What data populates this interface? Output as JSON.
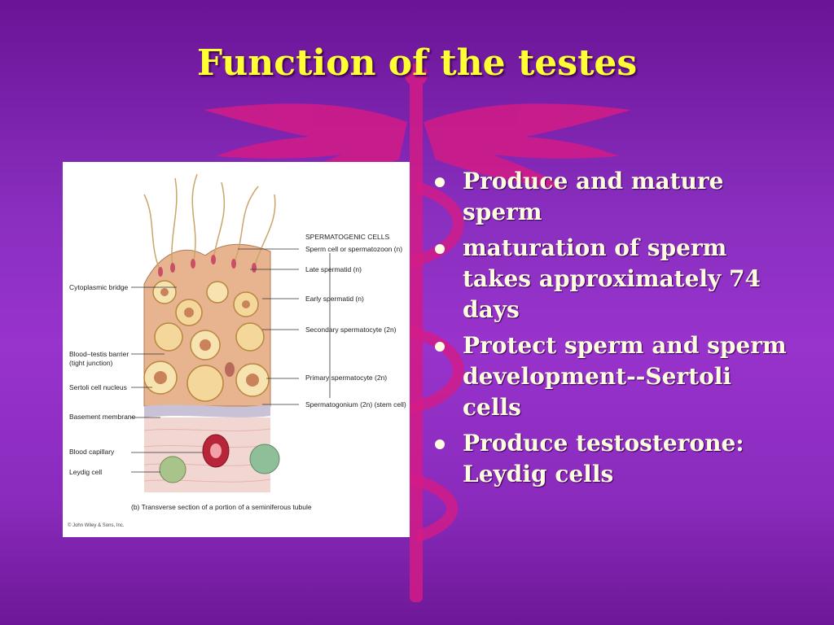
{
  "slide": {
    "title": "Function of the testes",
    "bullets": [
      "Produce and mature sperm",
      "maturation of sperm takes approximately 74 days",
      "Protect sperm and sperm development--Sertoli cells",
      "Produce testosterone: Leydig cells"
    ]
  },
  "figure": {
    "header": "SPERMATOGENIC CELLS",
    "right_labels": [
      "Sperm cell or spermatozoon (n)",
      "Late spermatid (n)",
      "Early spermatid (n)",
      "Secondary spermatocyte (2n)",
      "Primary spermatocyte (2n)",
      "Spermatogonium (2n) (stem cell)"
    ],
    "left_labels": [
      "Cytoplasmic bridge",
      "Blood–testis barrier",
      "(tight junction)",
      "Sertoli cell nucleus",
      "Basement membrane",
      "Blood capillary",
      "Leydig cell"
    ],
    "caption": "(b) Transverse section of a portion of a seminiferous tubule",
    "copyright": "© John Wiley & Sons, Inc."
  },
  "colors": {
    "title": "#ffff33",
    "text": "#fffde0",
    "caduceus": "#e0147a"
  }
}
